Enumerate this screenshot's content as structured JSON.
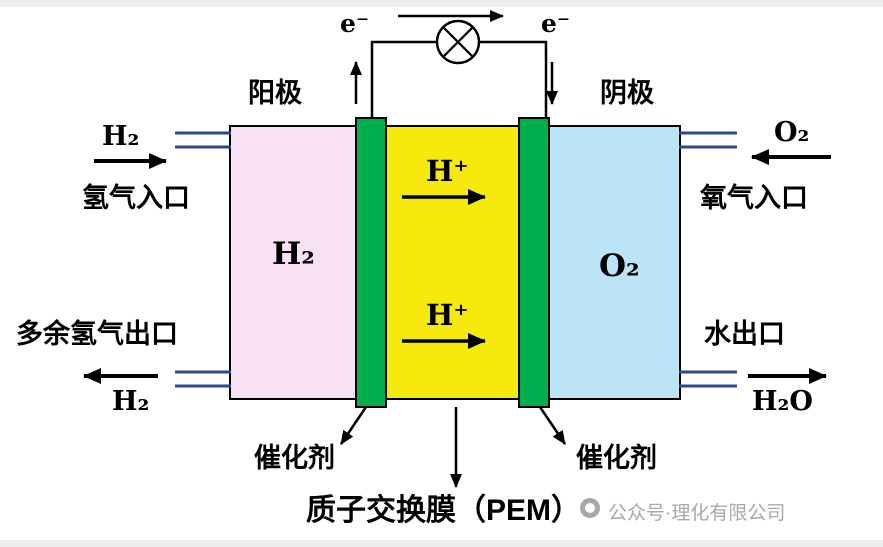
{
  "colors": {
    "pink": "#f8e1f4",
    "yellow": "#f5ea0b",
    "green": "#00b04f",
    "blue": "#bce4f7",
    "pipe": "#2b4a8c",
    "watermark": "#a8a8a8"
  },
  "circuit": {
    "electron_left": "e⁻",
    "electron_right": "e⁻"
  },
  "electrodes": {
    "anode": "阳极",
    "cathode": "阴极"
  },
  "cell": {
    "anode_gas": "H₂",
    "cathode_gas": "O₂",
    "proton_top": "H⁺",
    "proton_bottom": "H⁺"
  },
  "left": {
    "inlet_formula": "H₂",
    "inlet_label": "氢气入口",
    "outlet_label": "多余氢气出口",
    "outlet_formula": "H₂"
  },
  "right": {
    "inlet_formula": "O₂",
    "inlet_label": "氧气入口",
    "outlet_label": "水出口",
    "outlet_formula": "H₂O"
  },
  "annotations": {
    "catalyst_left": "催化剂",
    "catalyst_right": "催化剂",
    "membrane": "质子交换膜（PEM）"
  },
  "watermark": {
    "text": "公众号·理化有限公司"
  }
}
